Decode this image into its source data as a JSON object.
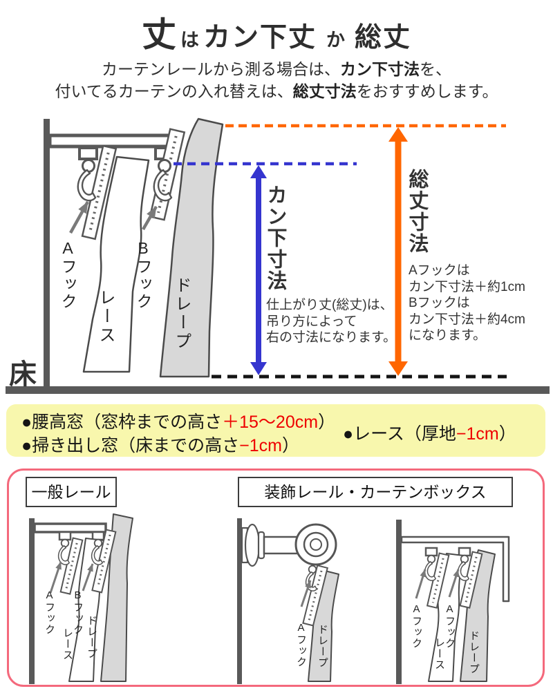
{
  "title": {
    "take": "丈",
    "wa": "は",
    "kanshita_take": "カン下丈",
    "ka": "か",
    "soutake": "総丈"
  },
  "subtitle": {
    "line1_pre": "カーテンレールから測る場合は、",
    "line1_bold": "カン下寸法",
    "line1_post": "を、",
    "line2_pre": "付いてるカーテンの入れ替えは、",
    "line2_bold": "総丈寸法",
    "line2_post": "をおすすめします。"
  },
  "diagram": {
    "floor_label": "床",
    "a_hook": "Aフック",
    "b_hook": "Bフック",
    "lace": "レース",
    "drape": "ドレープ",
    "kanshita_label": "カン下寸法",
    "soutake_label": "総丈寸法",
    "kanshita_note": {
      "l1": "仕上がり丈(総丈)は、",
      "l2": "吊り方によって",
      "l3": "右の寸法になります。"
    },
    "soutake_note": {
      "l1": "Aフックは",
      "l2": "カン下寸法＋約1cm",
      "l3": "Bフックは",
      "l4": "カン下寸法＋約4cm",
      "l5": "になります。"
    }
  },
  "size_note": {
    "item1": {
      "pre": "●腰高窓（窓枠までの高さ",
      "value": "＋15～20cm",
      "post": "）"
    },
    "item2": {
      "pre": "●掃き出し窓（床までの高さ",
      "value": "−1cm",
      "post": "）"
    },
    "item3": {
      "pre": "●レース（厚地",
      "value": "−1cm",
      "post": "）"
    }
  },
  "rail_panel": {
    "general_label": "一般レール",
    "decorative_label": "装飾レール・カーテンボックス",
    "general": {
      "a_hook": "Aフック",
      "b_hook": "Bフック",
      "lace": "レース",
      "drape": "ドレープ"
    },
    "decorative": {
      "a_hook": "Aフック",
      "drape": "ドレープ"
    },
    "box": {
      "a_hook1": "Aフック",
      "a_hook2": "Aフック",
      "lace": "レース",
      "drape": "ドレープ"
    }
  },
  "colors": {
    "measure_blue": "#3535cf",
    "measure_orange": "#ff6600",
    "note_red": "#ee0000",
    "band_bg": "#f8f7ad",
    "panel_border_pink": "#f4697c",
    "outline_gray": "#595959",
    "drape_fill": "#d8d8d8"
  }
}
